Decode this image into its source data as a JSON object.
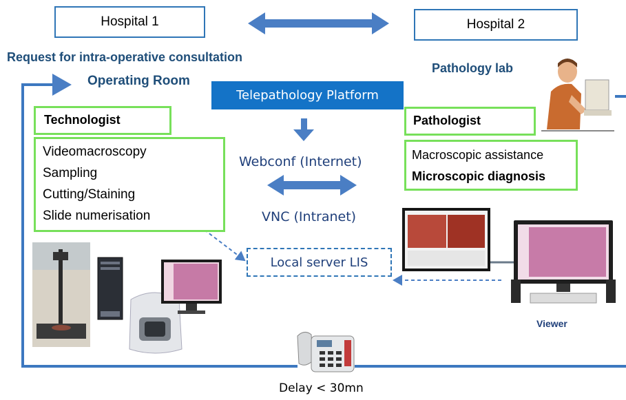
{
  "hospital1": "Hospital 1",
  "hospital2": "Hospital 2",
  "request_label": "Request for intra-operative consultation",
  "operating_room": "Operating Room",
  "pathology_lab": "Pathology lab",
  "platform": "Telepathology  Platform",
  "technologist": {
    "title": "Technologist",
    "tasks": [
      "Videomacroscopy",
      "Sampling",
      "Cutting/Staining",
      "Slide numerisation"
    ]
  },
  "pathologist": {
    "title": "Pathologist",
    "tasks": [
      "Macroscopic assistance",
      "Microscopic diagnosis"
    ]
  },
  "webconf": "Webconf  (Internet)",
  "vnc": "VNC (Intranet)",
  "local_server": "Local server LIS",
  "viewer": "Viewer",
  "delay": "Delay < 30mn",
  "colors": {
    "box_border_blue": "#2e75b6",
    "green_border": "#77e05a",
    "platform_bg": "#1473c7",
    "arrow_blue": "#4a7ec4",
    "line_blue": "#3d78c0"
  }
}
